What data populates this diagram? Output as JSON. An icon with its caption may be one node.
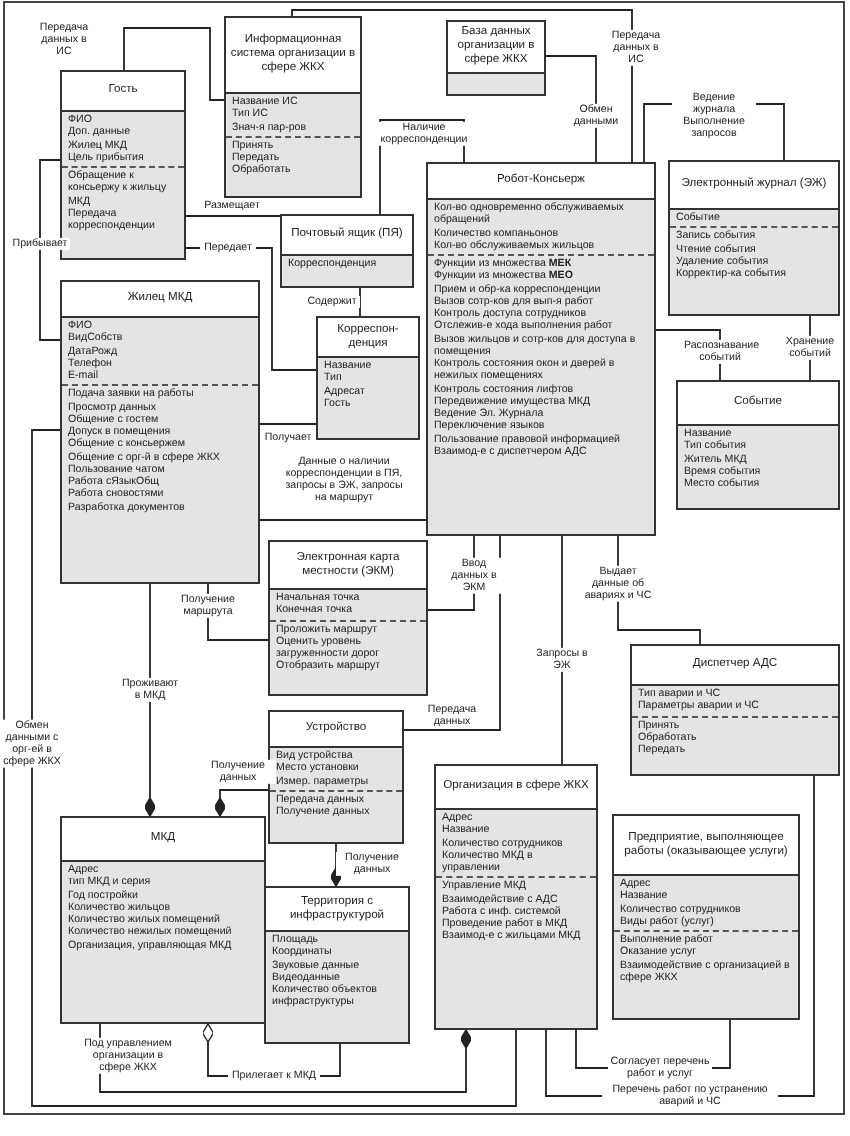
{
  "diagram": {
    "nodes": [
      {
        "text": [
          "Гость",
          "ФИО",
          "Доп. данные",
          "Жилец МКД",
          "Цель прибытия",
          "Обращение к консьержу к жильцу МКД",
          "Передача корреспонденции"
        ]
      },
      {
        "text": [
          "Информационная система организации в сфере ЖКХ",
          "Название ИС",
          "Тип ИС",
          "Знач-я пар-ров",
          "Принять",
          "Передать",
          "Обработать"
        ]
      },
      {
        "text": [
          "База данных организации в сфере ЖКХ"
        ]
      },
      {
        "text": [
          "Почтовый ящик (ПЯ)",
          "Корреспонденция"
        ]
      },
      {
        "text": [
          "Жилец МКД",
          "ФИО",
          "ВидСобств",
          "ДатаРожд",
          "Телефон",
          "E-mail",
          "Подача заявки на работы",
          "Просмотр данных",
          "Общение с гостем",
          "Допуск в помещения",
          "Общение с консьержем",
          "Общение с орг-й в сфере ЖКХ",
          "Пользование чатом",
          "Работа сЯзыкОбщ",
          "Работа сновостями",
          "Разработка документов"
        ]
      },
      {
        "text": [
          "Корреспон-денция",
          "Название",
          "Тип",
          "Адресат",
          "Гость"
        ]
      },
      {
        "text": [
          "Робот-Консьерж",
          "Кол-во одновременно обслуживаемых обращений",
          "Количество компаньонов",
          "Кол-во обслуживаемых жильцов",
          "Функции из множества **МЕК**",
          "Функции из множества **МЕО**",
          "Прием и обр-ка корреспонденции",
          "Вызов сотр-ков для вып-я работ",
          "Контроль доступа сотрудников",
          "Отслежив-е хода выполнения работ",
          "Вызов жильцов и сотр-ков для доступа в помещения",
          "Контроль состояния окон и дверей в нежилых помещениях",
          "Контроль состояния лифтов",
          "Передвижение имущества МКД",
          "Ведение Эл. Журнала",
          "Переключение языков",
          "Пользование правовой информацией",
          "Взаимод-е с диспетчером АДС"
        ]
      },
      {
        "text": [
          "Электронный журнал (ЭЖ)",
          "Событие",
          "Запись события",
          "Чтение события",
          "Удаление события",
          "Корректир-ка события"
        ]
      },
      {
        "text": [
          "Событие",
          "Название",
          "Тип события",
          "Житель МКД",
          "Время события",
          "Место события"
        ]
      },
      {
        "text": [
          "Электронная карта местности (ЭКМ)",
          "Начальная точка",
          "Конечная точка",
          "Проложить маршрут",
          "Оценить уровень загруженности дорог",
          "Отобразить маршрут"
        ]
      },
      {
        "text": [
          "Диспетчер АДС",
          "Тип аварии и ЧС",
          "Параметры аварии и ЧС",
          "Принять",
          "Обработать",
          "Передать"
        ]
      },
      {
        "text": [
          "Устройство",
          "Вид устройства",
          "Место установки",
          "Измер. параметры",
          "Передача данных",
          "Получение данных"
        ]
      },
      {
        "text": [
          "Организация в сфере ЖКХ",
          "Адрес",
          "Название",
          "Количество сотрудников",
          "Количество МКД в управлении",
          "Управление МКД",
          "Взаимодействие с АДС",
          "Работа с инф. системой",
          "Проведение работ в МКД",
          "Взаимод-е с жильцами МКД"
        ]
      },
      {
        "text": [
          "МКД",
          "Адрес",
          "тип МКД и серия",
          "Год постройки",
          "Количество жильцов",
          "Количество жилых помещений",
          "Количество нежилых помещений",
          "Организация, управляющая МКД"
        ]
      },
      {
        "text": [
          "Территория с инфраструктурой",
          "Площадь",
          "Координаты",
          "Звуковые данные",
          "Видеоданные",
          "Количество объектов инфраструктуры"
        ]
      },
      {
        "text": [
          "Предприятие, выполняющее работы (оказывающее услуги)",
          "Адрес",
          "Название",
          "Количество сотрудников",
          "Виды работ (услуг)",
          "Выполнение работ",
          "Оказание услуг",
          "Взаимодействие с организацией в сфере ЖКХ"
        ]
      }
    ],
    "edges": [
      {
        "from": 0,
        "to": 3,
        "arrow": "none",
        "label": "Размещает"
      },
      {
        "from": 0,
        "to": 4,
        "arrow": "none",
        "label": "Прибывает"
      },
      {
        "from": 0,
        "to": 5,
        "arrow": "none",
        "label": "Передает"
      },
      {
        "from": 3,
        "to": 5,
        "arrow": "none",
        "label": "Содержит"
      },
      {
        "from": 4,
        "to": 5,
        "arrow": "none",
        "label": "Получает"
      },
      {
        "from": 3,
        "to": 6,
        "arrow": "none",
        "label": "Наличие корреспонденции"
      },
      {
        "from": 2,
        "to": 6,
        "arrow": "none",
        "label": "Обмен данными"
      },
      {
        "from": 0,
        "to": 1,
        "arrow": "none",
        "label": "Передача данных в ИС"
      },
      {
        "from": 6,
        "to": 1,
        "arrow": "none",
        "label": "Передача данных в ИС"
      },
      {
        "from": 6,
        "to": 7,
        "arrow": "none",
        "label": "Ведение журнала Выполнение запросов"
      },
      {
        "from": 6,
        "to": 8,
        "arrow": "none",
        "label": "Распознавание событий"
      },
      {
        "from": 7,
        "to": 8,
        "arrow": "none",
        "label": "Хранение событий"
      },
      {
        "from": 4,
        "to": 6,
        "arrow": "none",
        "label": "Данные о наличии корреспонденции в ПЯ, запросы в ЭЖ, запросы на маршрут"
      },
      {
        "from": 4,
        "to": 9,
        "arrow": "none",
        "label": "Получение маршрута"
      },
      {
        "from": 6,
        "to": 9,
        "arrow": "none",
        "label": "Ввод данных в ЭКМ"
      },
      {
        "from": 6,
        "to": 10,
        "arrow": "none",
        "label": "Выдает данные об авариях и ЧС"
      },
      {
        "from": 6,
        "to": 12,
        "arrow": "none",
        "label": "Запросы в ЭЖ"
      },
      {
        "from": 11,
        "to": 6,
        "arrow": "none",
        "label": "Передача данных"
      },
      {
        "from": 4,
        "to": 13,
        "arrow": "other",
        "label": "Проживают в МКД"
      },
      {
        "from": 4,
        "to": 12,
        "arrow": "none",
        "label": "Обмен данными с орг-ей в сфере ЖКХ"
      },
      {
        "from": 13,
        "to": 12,
        "arrow": "other",
        "label": "Под управлением организации в сфере ЖКХ"
      },
      {
        "from": 14,
        "to": 13,
        "arrow": "other",
        "label": "Прилегает к МКД"
      },
      {
        "from": 12,
        "to": 15,
        "arrow": "none",
        "label": "Согласует перечень работ и услуг"
      },
      {
        "from": 10,
        "to": 12,
        "arrow": "none",
        "label": "Перечень работ по устранению аварий и ЧС"
      },
      {
        "from": 11,
        "to": 13,
        "arrow": "other",
        "label": "Получение данных"
      },
      {
        "from": 11,
        "to": 14,
        "arrow": "other",
        "label": "Получение данных"
      }
    ]
  }
}
